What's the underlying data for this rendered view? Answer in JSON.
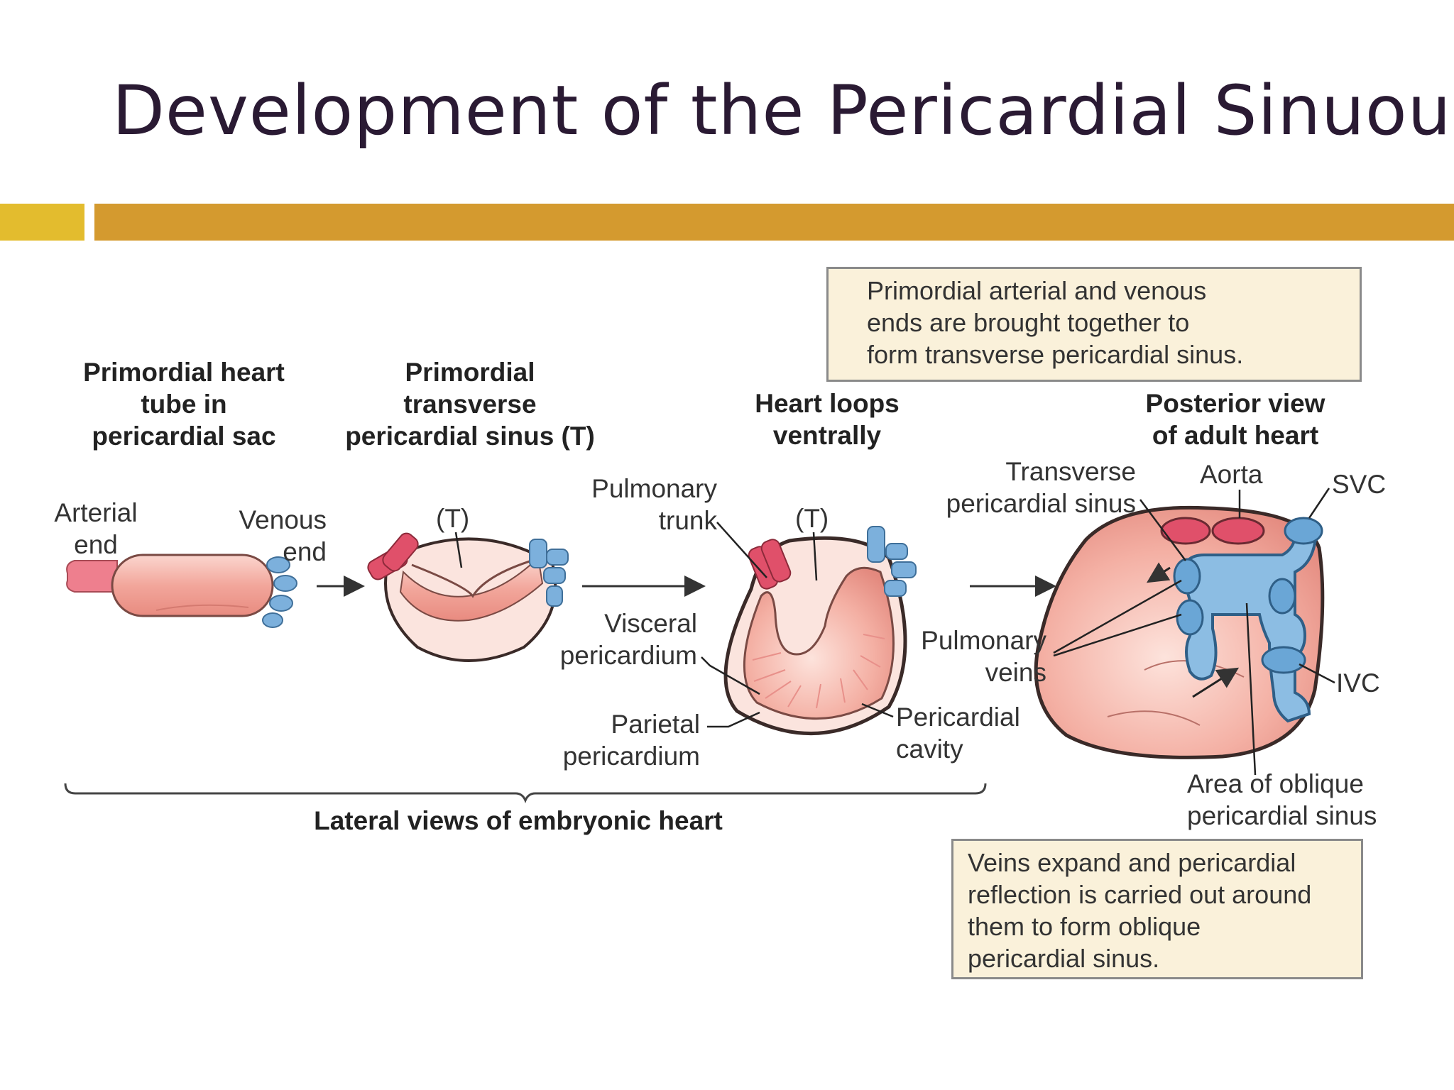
{
  "slide": {
    "title": "Development of the Pericardial Sinuous"
  },
  "headings": {
    "stage1": [
      "Primordial heart",
      "tube in",
      "pericardial sac"
    ],
    "stage2": [
      "Primordial",
      "transverse",
      "pericardial sinus (T)"
    ],
    "stage3": [
      "Heart loops",
      "ventrally"
    ],
    "stage4": [
      "Posterior view",
      "of adult heart"
    ],
    "lateral": "Lateral views of embryonic heart"
  },
  "labels": {
    "arterial_end": [
      "Arterial",
      "end"
    ],
    "venous_end": [
      "Venous",
      "end"
    ],
    "t_stage2": "(T)",
    "t_stage3": "(T)",
    "pulmonary_trunk": [
      "Pulmonary",
      "trunk"
    ],
    "visceral_pericardium": [
      "Visceral",
      "pericardium"
    ],
    "parietal_pericardium": [
      "Parietal",
      "pericardium"
    ],
    "pericardial_cavity": [
      "Pericardial",
      "cavity"
    ],
    "transverse_sinus": [
      "Transverse",
      "pericardial sinus"
    ],
    "aorta": "Aorta",
    "svc": "SVC",
    "pulmonary_veins": [
      "Pulmonary",
      "veins"
    ],
    "ivc": "IVC",
    "oblique_sinus": [
      "Area of oblique",
      "pericardial sinus"
    ]
  },
  "notes": {
    "top": [
      "Primordial arterial and venous",
      "ends are brought together to",
      "form transverse pericardial sinus."
    ],
    "bottom": [
      "Veins expand and pericardial",
      "reflection is carried out around",
      "them to form oblique",
      "pericardial sinus."
    ]
  },
  "colors": {
    "title": "#2a1a33",
    "band_left": "#e3bc2e",
    "band_main": "#d49a2f",
    "note_bg": "#faf1da",
    "heart_pink": "#f2a9a0",
    "artery_red": "#e0506a",
    "vein_blue": "#6aa6d6"
  }
}
